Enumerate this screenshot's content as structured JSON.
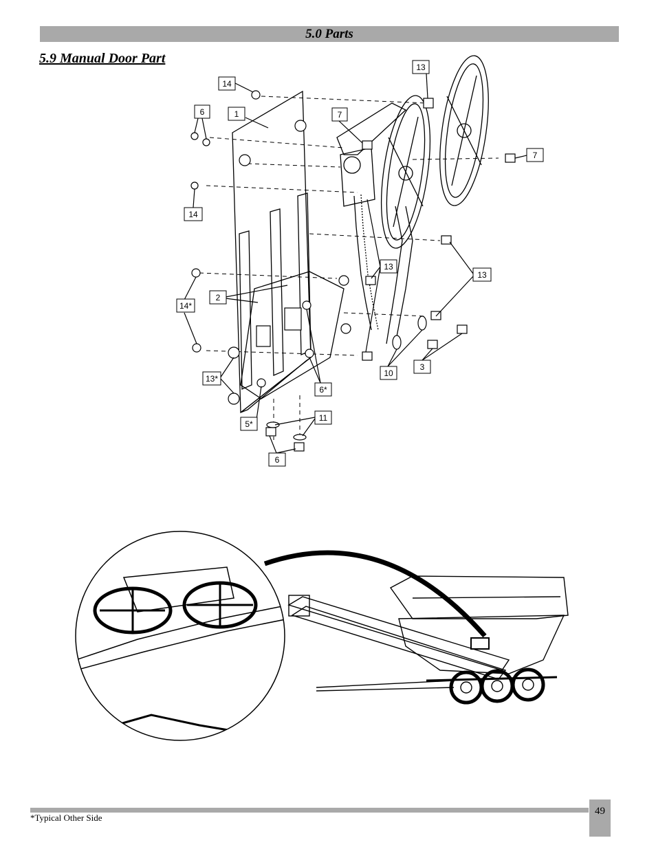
{
  "header": {
    "title": "5.0 Parts"
  },
  "section": {
    "title": "5.9 Manual Door Part"
  },
  "callouts": [
    "13",
    "14",
    "1",
    "6",
    "7",
    "7",
    "14",
    "13",
    "13",
    "2",
    "14*",
    "6*",
    "13*",
    "10",
    "3",
    "11",
    "5*",
    "6"
  ],
  "footer": {
    "note": "*Typical Other Side",
    "page_number": "49"
  }
}
